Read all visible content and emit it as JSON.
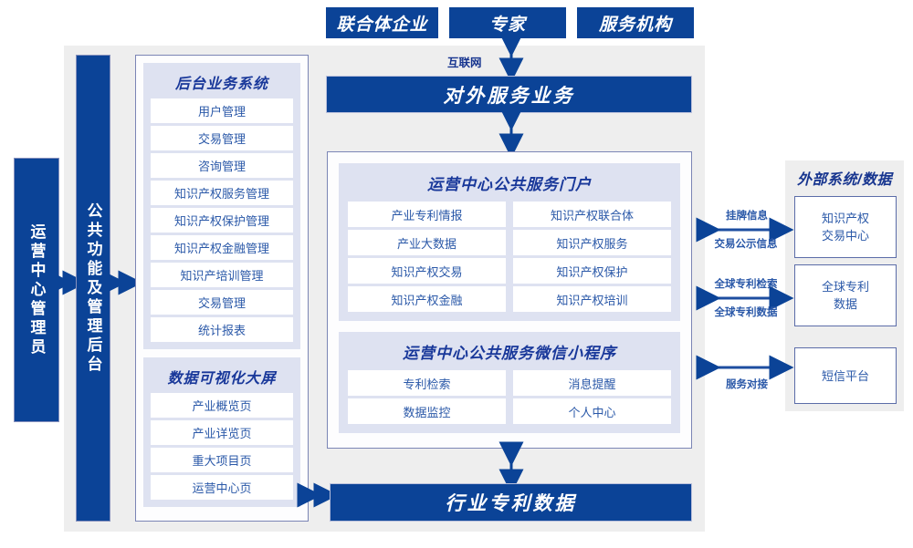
{
  "theme": {
    "brand_blue": "#0b4397",
    "panel_border": "#7b85b5",
    "group_bg": "#dee2f1",
    "stage_bg": "#eeeeee",
    "cell_text": "#2a58a8"
  },
  "top_actors": [
    {
      "label": "联合体企业"
    },
    {
      "label": "专家"
    },
    {
      "label": "服务机构"
    }
  ],
  "connections": {
    "internet_label": "互联网"
  },
  "rails": [
    {
      "label": "运营中心管理员"
    },
    {
      "label": "公共功能及管理后台"
    }
  ],
  "left_panel": {
    "groups": [
      {
        "title": "后台业务系统",
        "items": [
          "用户管理",
          "交易管理",
          "咨询管理",
          "知识产权服务管理",
          "知识产权保护管理",
          "知识产权金融管理",
          "知识产培训管理",
          "交易管理",
          "统计报表"
        ]
      },
      {
        "title": "数据可视化大屏",
        "items": [
          "产业概览页",
          "产业详览页",
          "重大项目页",
          "运营中心页"
        ]
      }
    ]
  },
  "service_bar": {
    "label": "对外服务业务"
  },
  "center_panel": {
    "groups": [
      {
        "title": "运营中心公共服务门户",
        "items": [
          "产业专利情报",
          "知识产权联合体",
          "产业大数据",
          "知识产权服务",
          "知识产权交易",
          "知识产权保护",
          "知识产权金融",
          "知识产权培训"
        ]
      },
      {
        "title": "运营中心公共服务微信小程序",
        "items": [
          "专利检索",
          "消息提醒",
          "数据监控",
          "个人中心"
        ]
      }
    ]
  },
  "bottom_bar": {
    "label": "行业专利数据"
  },
  "external": {
    "title": "外部系统/数据",
    "boxes": [
      {
        "label": "知识产权\n交易中心"
      },
      {
        "label": "全球专利\n数据"
      },
      {
        "label": "短信平台"
      }
    ],
    "links": [
      {
        "top_label": "挂牌信息",
        "bottom_label": "交易公示信息"
      },
      {
        "top_label": "全球专利检索",
        "bottom_label": "全球专利数据"
      },
      {
        "top_label": "",
        "bottom_label": "服务对接"
      }
    ]
  }
}
